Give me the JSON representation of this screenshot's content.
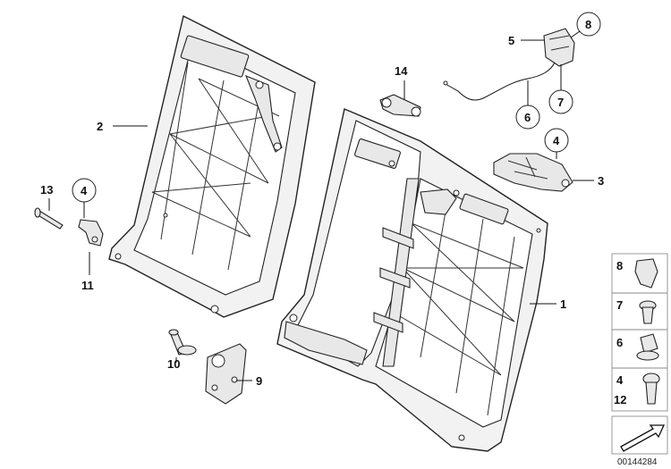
{
  "callouts": {
    "c1": "1",
    "c2": "2",
    "c3": "3",
    "c4a": "4",
    "c4b": "4",
    "c5": "5",
    "c6": "6",
    "c7": "7",
    "c8": "8",
    "c9": "9",
    "c10": "10",
    "c11": "11",
    "c13": "13",
    "c14": "14"
  },
  "legend": {
    "rows": [
      {
        "label": "8"
      },
      {
        "label": "7"
      },
      {
        "label": "6"
      },
      {
        "label": "4"
      },
      {
        "label": "12"
      }
    ]
  },
  "document_number": "00144284"
}
